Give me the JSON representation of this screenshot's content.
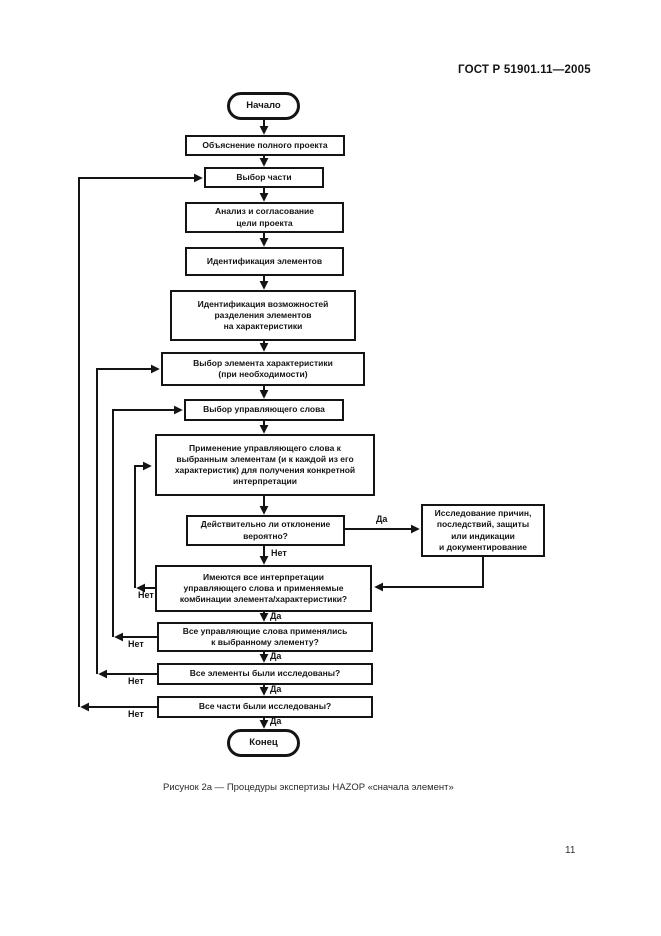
{
  "document": {
    "header": "ГОСТ Р 51901.11—2005",
    "caption": "Рисунок 2а — Процедуры экспертизы HAZOP «сначала элемент»",
    "page_number": "11"
  },
  "flowchart": {
    "nodes": {
      "start": "Начало",
      "explain_project": "Объяснение полного проекта",
      "select_part": "Выбор части",
      "analyze_goal": "Анализ и согласование\nцели проекта",
      "identify_elements": "Идентификация элементов",
      "identify_possibilities": "Идентификация возможностей\nразделения элементов\nна характеристики",
      "select_element": "Выбор элемента характеристики\n(при необходимости)",
      "select_guide_word": "Выбор управляющего слова",
      "apply_guide_word": "Применение управляющего слова к\nвыбранным элементам (и к каждой из его\nхарактеристик) для получения конкретной\nинтерпретации",
      "deviation_probable": "Действительно ли отклонение\nвероятно?",
      "investigate": "Исследование причин,\nпоследствий, защиты\nили индикации\nи документирование",
      "all_interpretations": "Имеются все интерпретации\nуправляющего слова и применяемые\nкомбинации элемента/характеристики?",
      "all_guide_words": "Все управляющие слова применялись\nк выбранному элементу?",
      "all_elements_examined": "Все элементы были исследованы?",
      "all_parts_examined": "Все части были исследованы?",
      "end": "Конец"
    },
    "labels": {
      "yes": "Да",
      "no": "Нет"
    }
  }
}
